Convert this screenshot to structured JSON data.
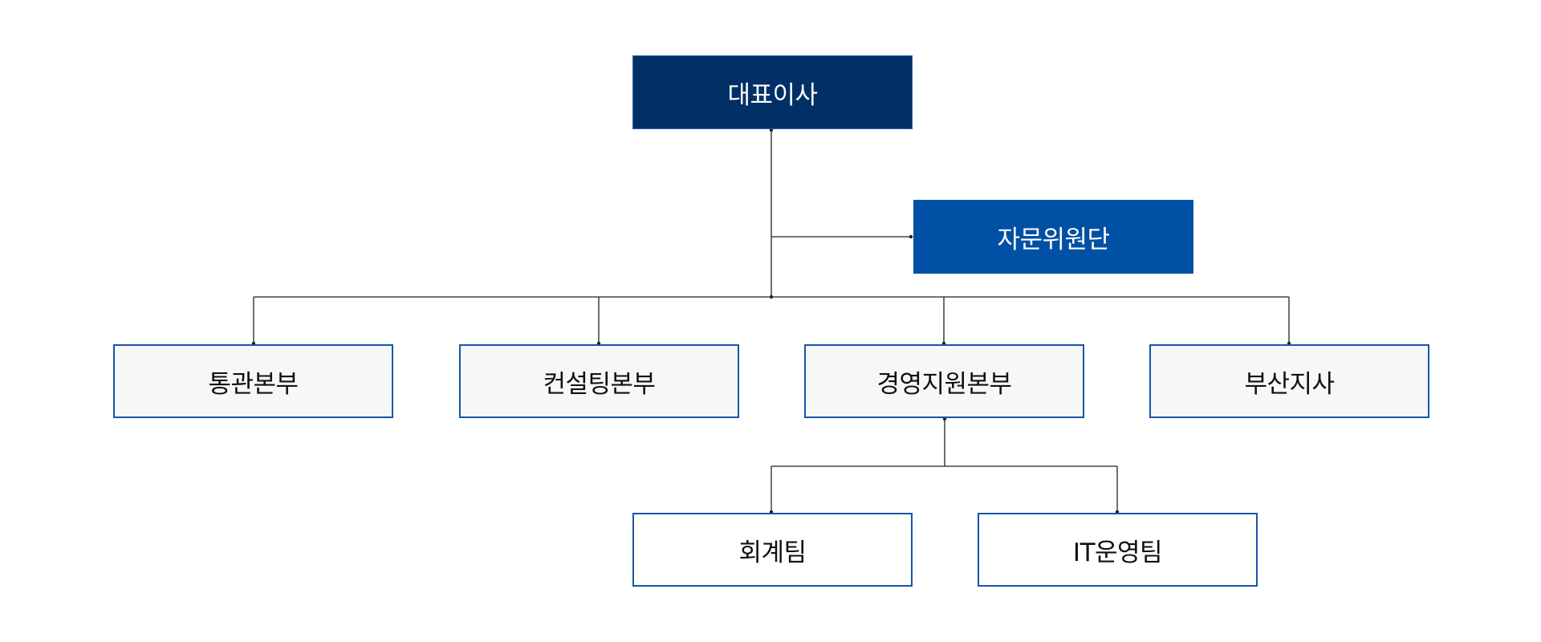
{
  "org_chart": {
    "ceo": "대표이사",
    "advisory": "자문위원단",
    "divisions": [
      "통관본부",
      "컨설팅본부",
      "경영지원본부",
      "부산지사"
    ],
    "teams": [
      "회계팀",
      "IT운영팀"
    ]
  },
  "colors": {
    "ceo_fill": "#013066",
    "advisory_fill": "#0051a5",
    "box_border": "#1656a8",
    "division_fill": "#f7f7f7",
    "connector": "#222222"
  }
}
